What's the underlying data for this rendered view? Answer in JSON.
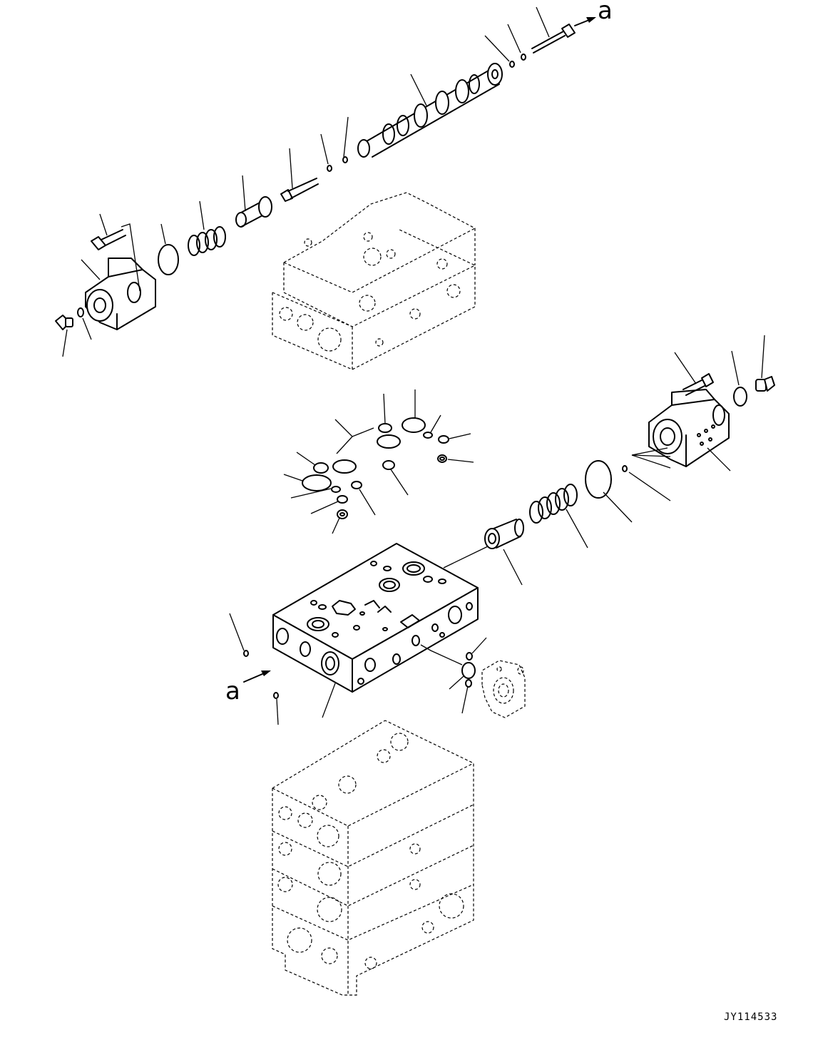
{
  "connection_marker": "a",
  "figure_id": "JY114533",
  "colors": {
    "ink": "#000000",
    "paper": "#ffffff"
  },
  "parts": [
    "retaining-bolt",
    "spring-cap-case",
    "plug",
    "o-ring-small",
    "o-ring-large",
    "spool-spring",
    "spring-retainer",
    "stop-bolt",
    "spool",
    "valve-section-block",
    "o-ring-set",
    "spring-case-right",
    "pressure-port-adapter"
  ]
}
